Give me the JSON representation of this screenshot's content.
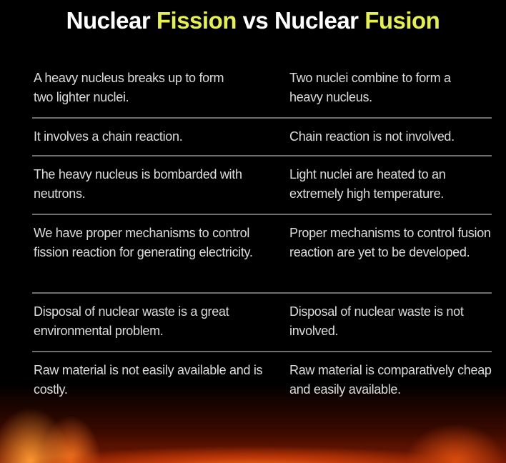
{
  "title": {
    "part1": "Nuclear ",
    "fission": "Fission",
    "vs": " vs ",
    "part2": "Nuclear ",
    "fusion": "Fusion"
  },
  "rows": [
    {
      "fission": "A heavy nucleus breaks up to form two lighter nuclei.",
      "fusion": "Two nuclei combine to form a heavy nucleus."
    },
    {
      "fission": "It involves a chain reaction.",
      "fusion": "Chain reaction is not involved."
    },
    {
      "fission": "The heavy nucleus is bombarded with neutrons.",
      "fusion": "Light nuclei are heated to an extremely high temperature."
    },
    {
      "fission": "We have proper mechanisms to control fission reaction for generating electricity.",
      "fusion": "Proper mechanisms to control fusion reaction are yet to be developed."
    },
    {
      "fission": "Disposal of nuclear waste is a great environmental problem.",
      "fusion": "Disposal of nuclear waste is not involved."
    },
    {
      "fission": "Raw material is not easily available and is costly.",
      "fusion": "Raw material is comparatively cheap and easily available."
    }
  ],
  "colors": {
    "highlight": "#e6f04a",
    "text": "#dddddd",
    "background": "#000000"
  }
}
